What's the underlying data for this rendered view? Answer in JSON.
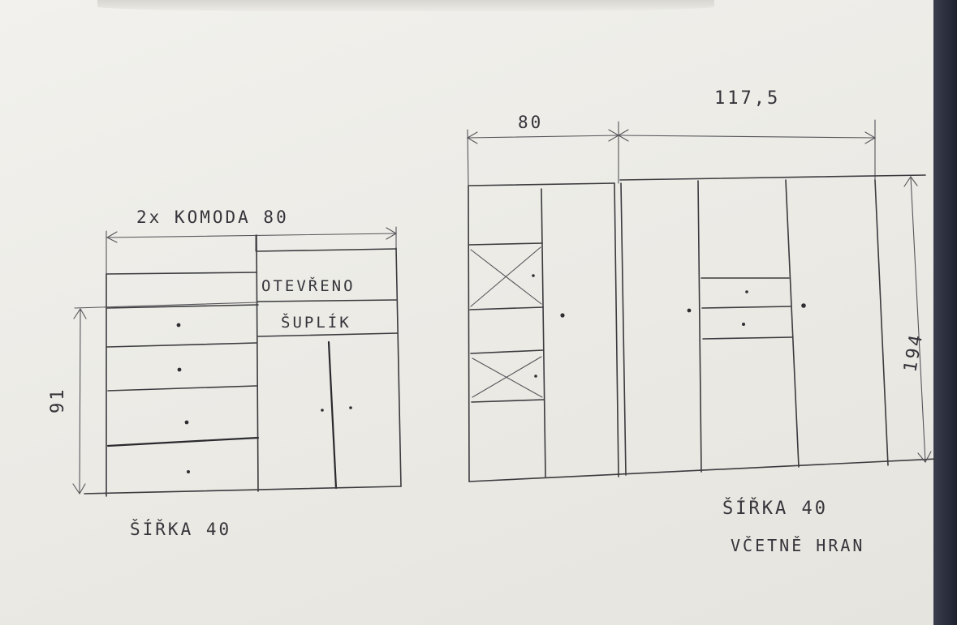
{
  "left_unit": {
    "width_label": "2x KOMODA 80",
    "height_label": "91",
    "shelf_open_label": "OTEVŘENO",
    "drawer_label": "ŠUPLÍK",
    "depth_label": "ŠÍŘKA 40"
  },
  "right_unit": {
    "left_width_label": "80",
    "right_width_label": "117,5",
    "height_label": "194",
    "depth_label": "ŠÍŘKA 40",
    "edges_note": "VČETNĚ HRAN"
  },
  "colors": {
    "paper": "#ecebe6",
    "ink": "#3b3b3f",
    "background_edge": "#2a2d3a"
  }
}
